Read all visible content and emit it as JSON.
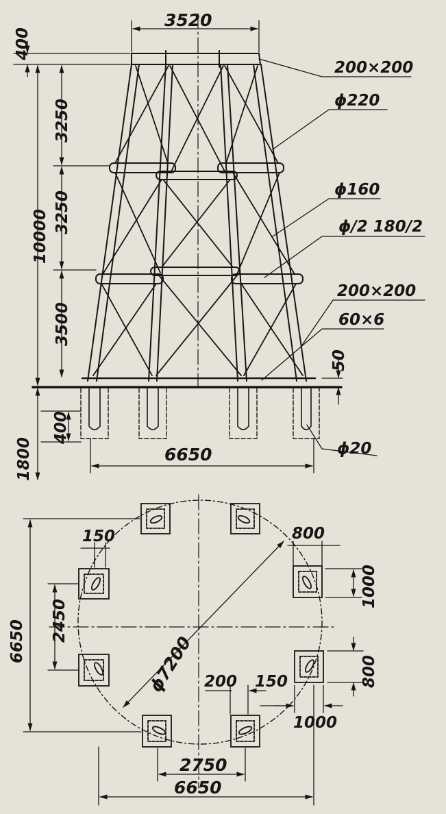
{
  "elevation": {
    "top_width": "3520",
    "cap_height": "400",
    "segment_upper": "3250",
    "segment_middle": "3250",
    "segment_lower": "3500",
    "total_height": "10000",
    "base_plate": "50",
    "foundation_depth_inner": "400",
    "foundation_depth_total": "1800",
    "base_width": "6650",
    "label_top_beam": "200×200",
    "label_main_leg": "ϕ220",
    "label_ring_beam": "ϕ160",
    "label_brace": "ϕ/2 180/2",
    "label_base_beam": "200×200",
    "label_base_plate": "60×6",
    "label_anchor_bolt": "ϕ20"
  },
  "plan": {
    "overall_height": "6650",
    "overall_width": "6650",
    "offset_left": "150",
    "pier_spacing_side": "2450",
    "circle_diameter": "ϕ7200",
    "pier_width": "800",
    "pier_length": "1000",
    "pier_side_width": "800",
    "pier_bottom_length": "1000",
    "bottom_offset_a": "200",
    "bottom_offset_b": "150",
    "pier_spacing_bottom": "2750"
  },
  "colors": {
    "paper": "#e6e2d8",
    "ink": "#161616"
  }
}
